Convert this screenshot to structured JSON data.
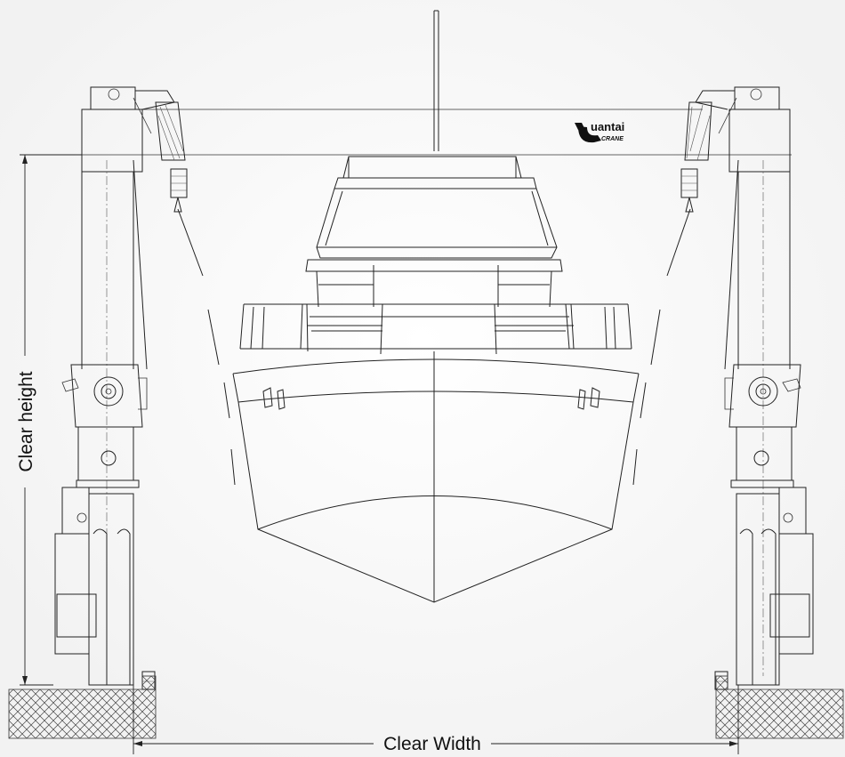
{
  "dimensions": {
    "height_label": "Clear height",
    "width_label": "Clear Width"
  },
  "logo": {
    "name": "uantai",
    "sub": "CRANE"
  },
  "colors": {
    "line": "#222222",
    "ground_hatch": "#444444",
    "background": "#ffffff"
  }
}
